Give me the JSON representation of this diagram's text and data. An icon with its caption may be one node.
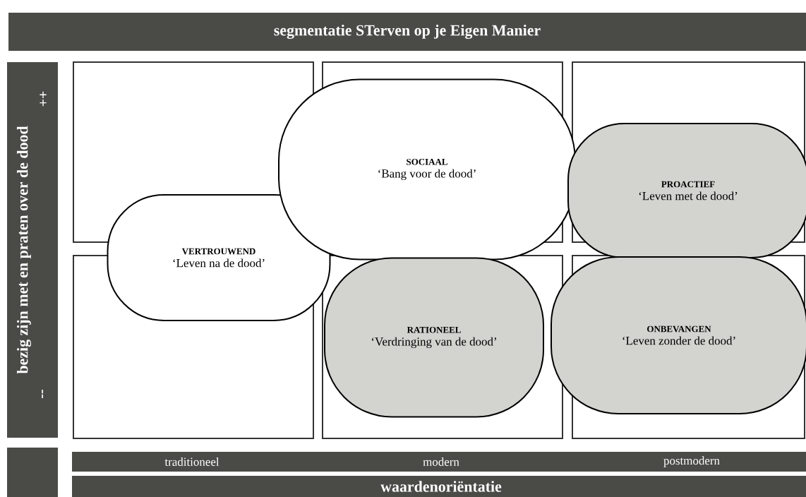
{
  "diagram": {
    "title": "segmentatie STerven op je Eigen Manier",
    "nodes": [
      {
        "text": [
          "SOCIAAL",
          "‘Bang voor de dood’"
        ]
      },
      {
        "text": [
          "PROACTIEF",
          "‘Leven met de dood’"
        ]
      },
      {
        "text": [
          "VERTROUWEND",
          "‘Leven na de dood’"
        ]
      },
      {
        "text": [
          "RATIONEEL",
          "‘Verdringing  van de dood’"
        ]
      },
      {
        "text": [
          "ONBEVANGEN",
          "‘Leven zonder de dood’"
        ]
      }
    ],
    "edges": [],
    "labels": [
      "bezig zijn met en praten over de dood",
      "++",
      "--",
      "traditioneel",
      "modern",
      "postmodern",
      "waardenoriëntatie"
    ]
  }
}
